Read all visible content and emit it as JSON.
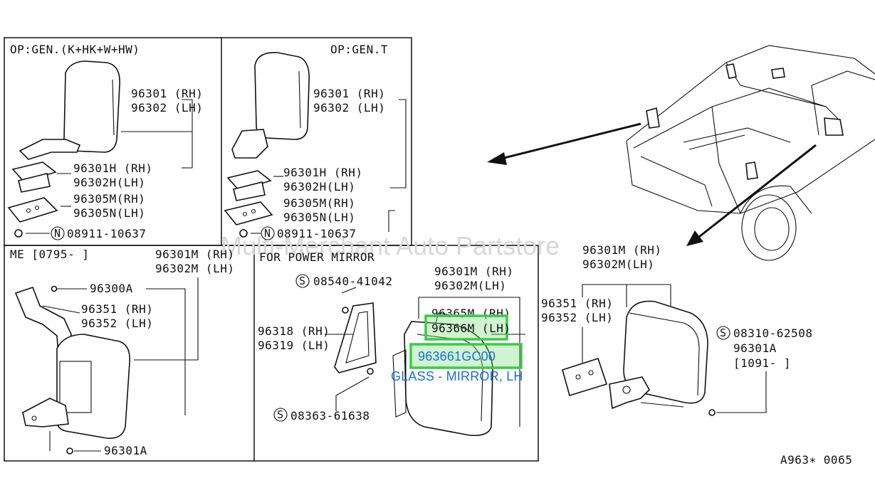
{
  "figure_code": "A963∗ 0065",
  "watermark": "Multi-Merchant Auto Partstore",
  "panels": {
    "top_left": {
      "title": "OP:GEN.(K+HK+W+HW)",
      "labels": [
        "96301 (RH)",
        "96302 (LH)",
        "96301H (RH)",
        "96302H(LH)",
        "96305M(RH)",
        "96305N(LH)",
        "08911-10637"
      ],
      "n_symbol": "N"
    },
    "top_mid": {
      "title": "OP:GEN.T",
      "labels": [
        "96301 (RH)",
        "96302 (LH)",
        "96301H (RH)",
        "96302H(LH)",
        "96305M(RH)",
        "96305N(LH)",
        "08911-10637"
      ],
      "n_symbol": "N"
    },
    "bottom_left": {
      "title": "ME [0795-    ]",
      "labels": [
        "96301M (RH)",
        "96302M (LH)",
        "96300A",
        "96351  (RH)",
        "96352  (LH)",
        "96301A"
      ]
    },
    "bottom_mid": {
      "title": "FOR POWER MIRROR",
      "labels": [
        "08540-41042",
        "96301M (RH)",
        "96302M(LH)",
        "96365M (RH)",
        "96366M (LH)",
        "963661GC00",
        "96318 (RH)",
        "96319 (LH)",
        "08363-61638"
      ],
      "s_symbol": "S",
      "highlight_caption": "GLASS - MIRROR, LH"
    },
    "right": {
      "labels": [
        "96301M (RH)",
        "96302M(LH)",
        "96351 (RH)",
        "96352 (LH)",
        "08310-62508",
        "96301A",
        "[1091-    ]"
      ],
      "s_symbol": "S"
    }
  },
  "colors": {
    "highlight_box": "#3fc74a",
    "highlight_text": "#1a6fd8",
    "watermark": "#d8d8d8"
  }
}
